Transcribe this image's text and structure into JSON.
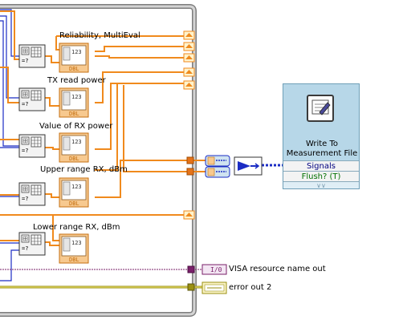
{
  "diagram": {
    "labels": {
      "reliability": "Reliability, MultiEval",
      "tx_read_power": "TX read power",
      "rx_power": "Value of RX power",
      "upper_range": "Upper range RX, dBm",
      "lower_range": "Lower range RX, dBm",
      "visa_out": "VISA resource name out",
      "error_out": "error out 2"
    },
    "indicator_text": {
      "numeric": "123",
      "dbl": "DBL"
    },
    "visa_terminal": "I/0",
    "express_vi": {
      "title_line1": "Write To",
      "title_line2": "Measurement File",
      "input_signals": "Signals",
      "input_flush": "Flush? (T)",
      "expand_arrow": "∨∨"
    },
    "colors": {
      "orange_wire": "#f08a1d",
      "blue_wire": "#1b2cc4",
      "purple_wire": "#7a1f6a",
      "error_wire": "#9a8f12",
      "express_bg": "#b7d7e8"
    }
  }
}
